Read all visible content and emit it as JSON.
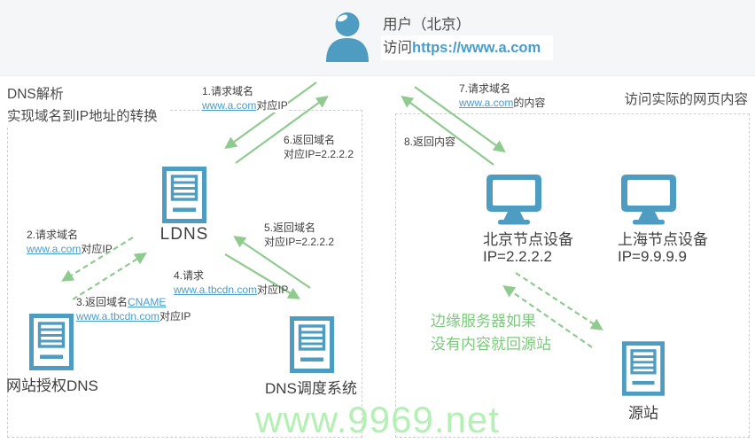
{
  "header": {
    "user_label": "用户（北京）",
    "visit_prefix": "访问",
    "visit_url": "https://www.a.com"
  },
  "sections": {
    "left_title_line1": "DNS解析",
    "left_title_line2": "实现域名到IP地址的转换",
    "right_title": "访问实际的网页内容"
  },
  "steps": {
    "s1": {
      "a": "1.请求域名",
      "link": "www.a.com",
      "b": "对应IP"
    },
    "s2": {
      "a": "2.请求域名",
      "link": "www.a.com",
      "b": "对应IP"
    },
    "s3": {
      "a": "3.返回域名",
      "link1": "CNAME",
      "link2": "www.a.tbcdn.com",
      "b": "对应IP"
    },
    "s4": {
      "a": "4.请求",
      "link": "www.a.tbcdn.com",
      "b": "对应IP"
    },
    "s5": {
      "a": "5.返回域名",
      "b": "对应IP=2.2.2.2"
    },
    "s6": {
      "a": "6.返回域名",
      "b": "对应IP=2.2.2.2"
    },
    "s7": {
      "a": "7.请求域名",
      "link": "www.a.com",
      "b": "的内容"
    },
    "s8": {
      "a": "8.返回内容"
    }
  },
  "nodes": {
    "ldns": {
      "label": "LDNS"
    },
    "auth_dns": {
      "label": "网站授权DNS"
    },
    "scheduler": {
      "label": "DNS调度系统"
    },
    "beijing": {
      "label": "北京节点设备",
      "ip": "IP=2.2.2.2"
    },
    "shanghai": {
      "label": "上海节点设备",
      "ip": "IP=9.9.9.9"
    },
    "origin": {
      "label": "源站"
    }
  },
  "note": {
    "line1": "边缘服务器如果",
    "line2": "没有内容就回源站"
  },
  "watermark": "www.9969.net",
  "colors": {
    "icon_blue": "#4f9cc2",
    "link_blue": "#4a9cc9",
    "arrow_green": "#8fca8f",
    "note_green": "#7dc97d",
    "watermark_green": "#b4f0b4",
    "topbar_bg": "#f5f6f7"
  }
}
